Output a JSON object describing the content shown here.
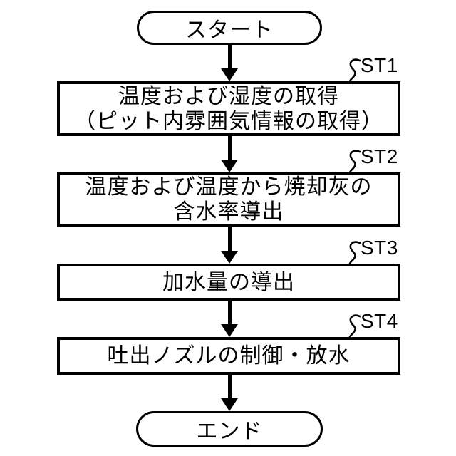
{
  "figure": {
    "type": "flowchart",
    "colors": {
      "line": "#000000",
      "background": "#ffffff",
      "text": "#000000"
    },
    "icons": {
      "leader_squiggle": "squiggle-connector"
    }
  },
  "flowchart": {
    "start": {
      "label": "スタート"
    },
    "steps": [
      {
        "id": "ST1",
        "lines": [
          "温度および湿度の取得",
          "（ピット内雰囲気情報の取得）"
        ]
      },
      {
        "id": "ST2",
        "lines": [
          "温度および温度から焼却灰の",
          "含水率導出"
        ]
      },
      {
        "id": "ST3",
        "lines": [
          "加水量の導出"
        ]
      },
      {
        "id": "ST4",
        "lines": [
          "吐出ノズルの制御・放水"
        ]
      }
    ],
    "end": {
      "label": "エンド"
    }
  }
}
